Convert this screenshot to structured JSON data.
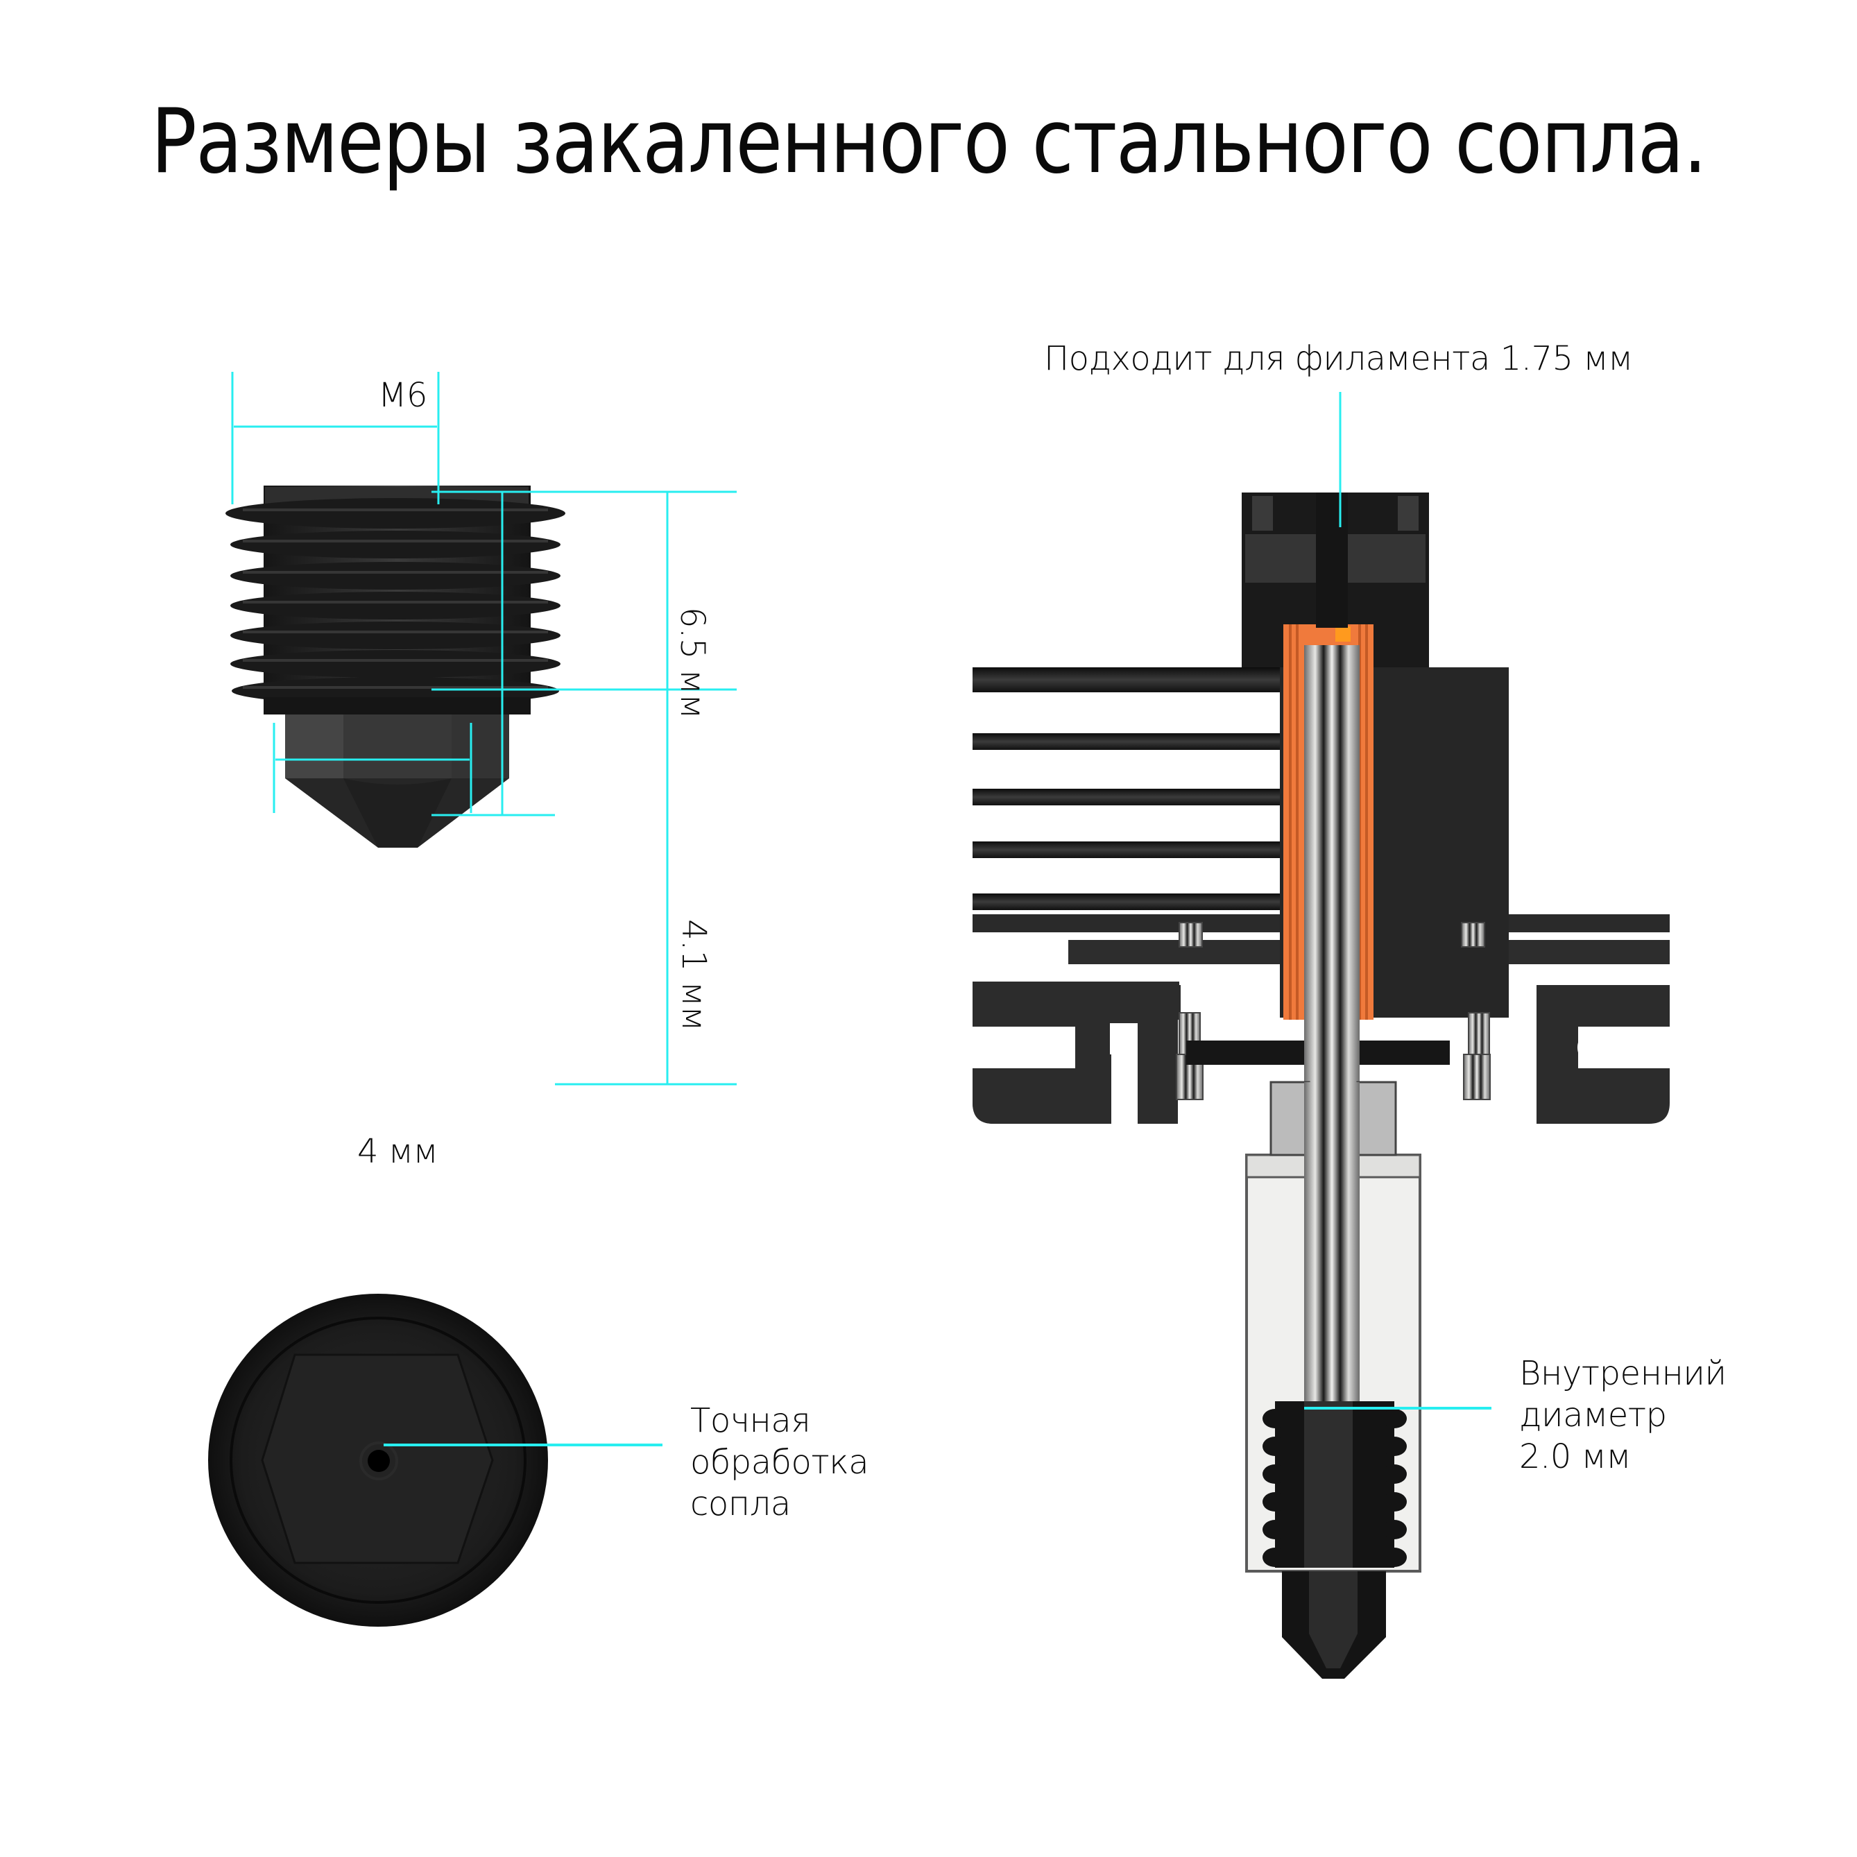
{
  "title": "Размеры закаленного стального сопла.",
  "colors": {
    "dimension_line": "#28eef0",
    "nozzle_black": "#1e1e1e",
    "heatsink": "#2c2c2c",
    "copper_orange": "#f07a3c",
    "steel_light": "#ededeb",
    "background": "#ffffff"
  },
  "nozzle_side_view": {
    "dimensions": {
      "thread": "M6",
      "thread_length": "6.5 мм",
      "hex_length": "4.1 мм",
      "hex_width": "4 мм"
    }
  },
  "nozzle_bottom_view": {
    "callout": [
      "Точная",
      "обработка",
      "сопла"
    ]
  },
  "hotend_cross_section": {
    "callout_top": "Подходит для филамента 1.75 мм",
    "callout_inner": [
      "Внутренний",
      "диаметр",
      "2.0 мм"
    ]
  }
}
